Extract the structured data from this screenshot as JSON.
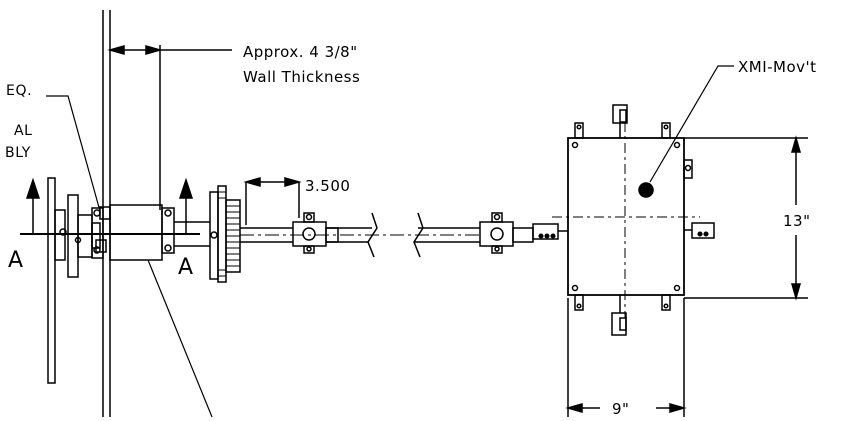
{
  "labels": {
    "wall_thickness_line1": "Approx. 4 3/8\"",
    "wall_thickness_line2": "Wall Thickness",
    "req_fragment": "EQ.",
    "al_fragment": "AL",
    "bly_fragment": "BLY",
    "dim_shaft": "3.500",
    "movement_label": "XMI-Mov't",
    "dim_height": "13\"",
    "dim_width": "9\"",
    "section_left": "A",
    "section_right": "A"
  }
}
